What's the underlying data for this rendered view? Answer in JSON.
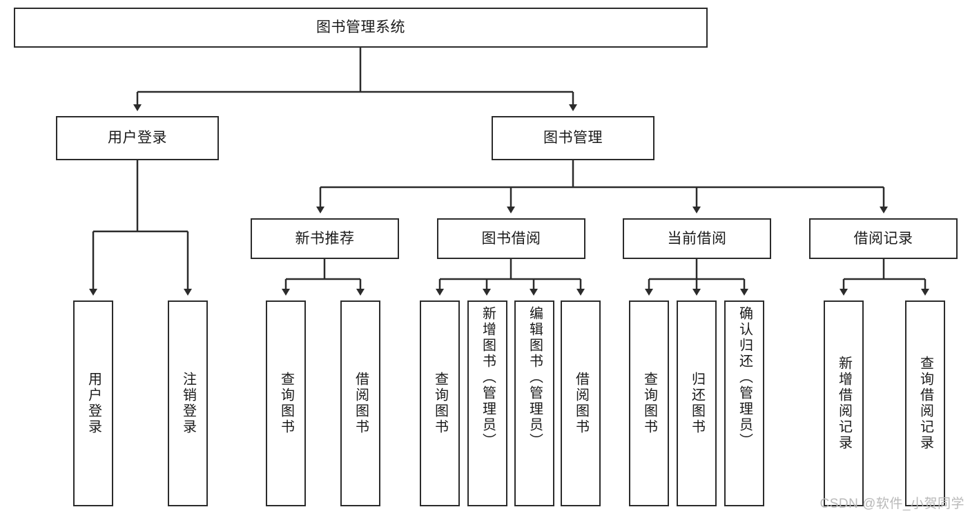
{
  "diagram": {
    "title": "图书管理系统",
    "type": "tree-hierarchy-chart",
    "watermark": "CSDN @软件_小贺同学",
    "colors": {
      "border": "#2b2b2b",
      "background": "#ffffff",
      "text": "#1a1a1a",
      "watermark": "#b9b9b9"
    },
    "nodes": {
      "root": {
        "label": "图书管理系统"
      },
      "level2": [
        {
          "id": "user-login",
          "label": "用户登录"
        },
        {
          "id": "book-management",
          "label": "图书管理"
        }
      ],
      "level3": [
        {
          "id": "new-book-recommend",
          "label": "新书推荐"
        },
        {
          "id": "book-borrow",
          "label": "图书借阅"
        },
        {
          "id": "current-borrow",
          "label": "当前借阅"
        },
        {
          "id": "borrow-record",
          "label": "借阅记录"
        }
      ],
      "leaves": {
        "user_login": [
          {
            "id": "leaf-user-login",
            "label": "用户登录"
          },
          {
            "id": "leaf-logout-login",
            "label": "注销登录"
          }
        ],
        "new_book_recommend": [
          {
            "id": "leaf-query-book-1",
            "label": "查询图书"
          },
          {
            "id": "leaf-borrow-book-1",
            "label": "借阅图书"
          }
        ],
        "book_borrow": [
          {
            "id": "leaf-query-book-2",
            "label": "查询图书"
          },
          {
            "id": "leaf-add-book",
            "label": "新增图书（管理员）"
          },
          {
            "id": "leaf-edit-book",
            "label": "编辑图书（管理员）"
          },
          {
            "id": "leaf-borrow-book-2",
            "label": "借阅图书"
          }
        ],
        "current_borrow": [
          {
            "id": "leaf-query-book-3",
            "label": "查询图书"
          },
          {
            "id": "leaf-return-book",
            "label": "归还图书"
          },
          {
            "id": "leaf-confirm-return",
            "label": "确认归还（管理员）"
          }
        ],
        "borrow_record": [
          {
            "id": "leaf-add-record",
            "label": "新增借阅记录"
          },
          {
            "id": "leaf-query-record",
            "label": "查询借阅记录"
          }
        ]
      }
    }
  }
}
